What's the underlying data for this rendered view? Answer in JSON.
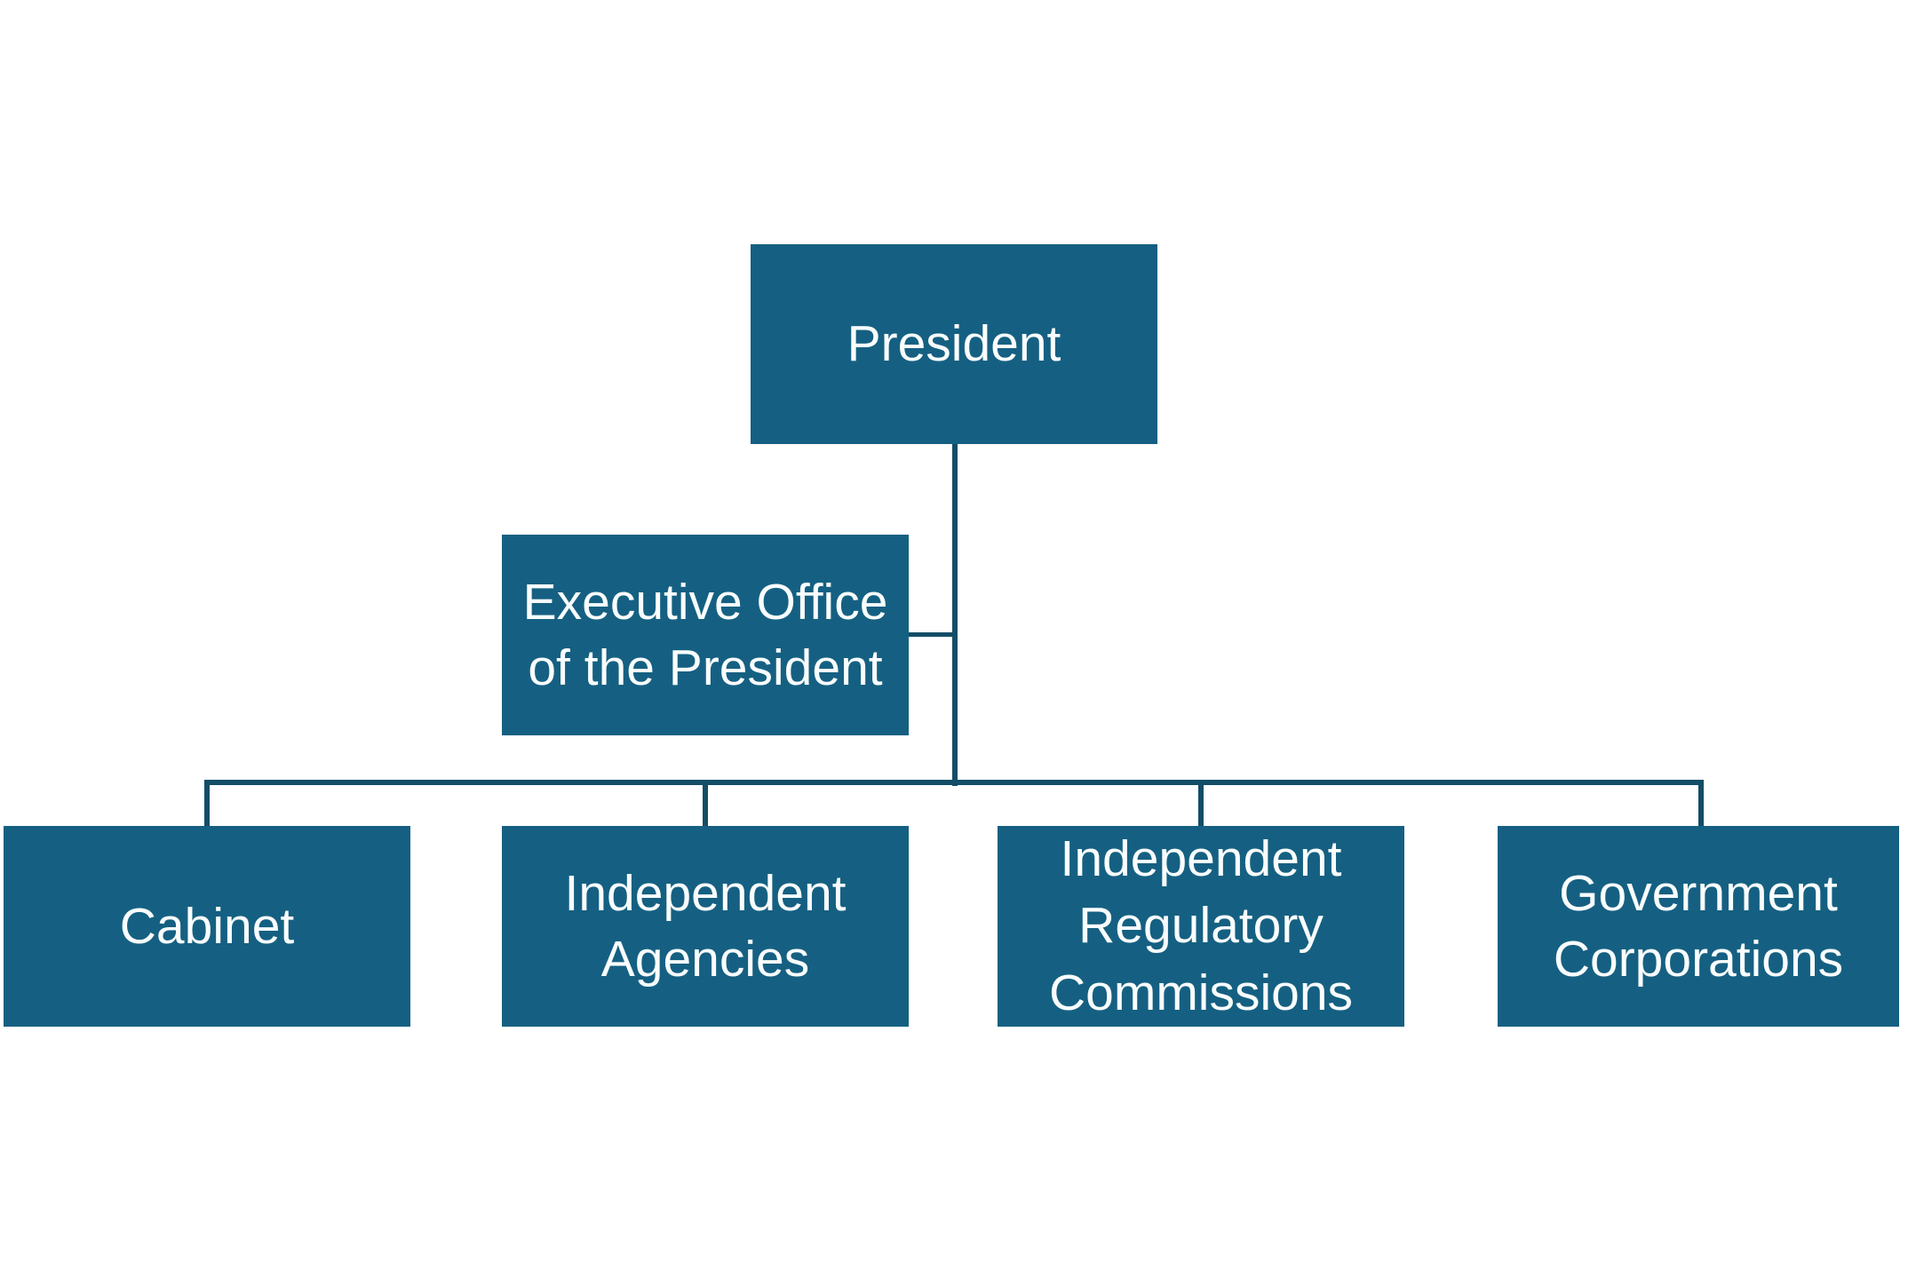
{
  "diagram": {
    "type": "org-chart",
    "nodes": {
      "president": {
        "label": "President"
      },
      "eop": {
        "label": "Executive Office of the President"
      },
      "cabinet": {
        "label": "Cabinet"
      },
      "independent_agencies": {
        "label": "Independent Agencies"
      },
      "independent_regulatory_commissions": {
        "label": "Independent Regulatory Commissions"
      },
      "government_corporations": {
        "label": "Government Corporations"
      }
    },
    "edges": [
      {
        "from": "president",
        "to": "eop"
      },
      {
        "from": "president",
        "to": "cabinet"
      },
      {
        "from": "president",
        "to": "independent_agencies"
      },
      {
        "from": "president",
        "to": "independent_regulatory_commissions"
      },
      {
        "from": "president",
        "to": "government_corporations"
      }
    ],
    "colors": {
      "box_fill": "#156082",
      "connector": "#134d66",
      "text": "#fafdfd",
      "background": "#ffffff"
    }
  }
}
